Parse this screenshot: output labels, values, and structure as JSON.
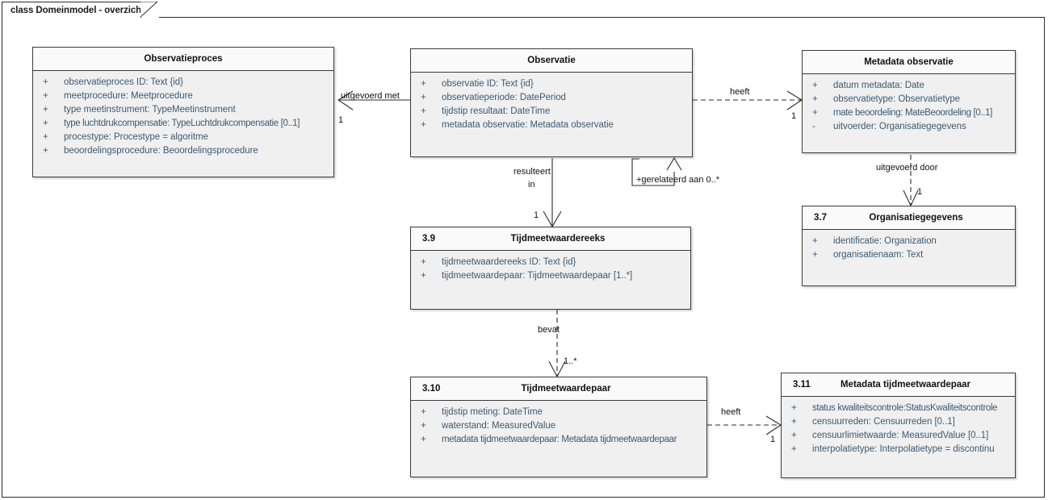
{
  "diagram": {
    "tab_label": "class Domeinmodel - overzicht"
  },
  "classes": [
    {
      "id": "observatieproces",
      "number": "",
      "title": "Observatieproces",
      "attributes": [
        {
          "visibility": "+",
          "text": "observatieproces ID: Text {id}"
        },
        {
          "visibility": "+",
          "text": "meetprocedure: Meetprocedure"
        },
        {
          "visibility": "+",
          "text": "type meetinstrument: TypeMeetinstrument"
        },
        {
          "visibility": "+",
          "text": "type luchtdrukcompensatie: TypeLuchtdrukcompensatie [0..1]"
        },
        {
          "visibility": "+",
          "text": "procestype: Procestype = algoritme"
        },
        {
          "visibility": "+",
          "text": "beoordelingsprocedure: Beoordelingsprocedure"
        }
      ]
    },
    {
      "id": "observatie",
      "number": "",
      "title": "Observatie",
      "attributes": [
        {
          "visibility": "+",
          "text": "observatie ID: Text {id}"
        },
        {
          "visibility": "+",
          "text": "observatieperiode: DatePeriod"
        },
        {
          "visibility": "+",
          "text": "tijdstip resultaat: DateTime"
        },
        {
          "visibility": "+",
          "text": "metadata observatie: Metadata observatie"
        }
      ]
    },
    {
      "id": "metadata-observatie",
      "number": "",
      "title": "Metadata observatie",
      "attributes": [
        {
          "visibility": "+",
          "text": "datum metadata: Date"
        },
        {
          "visibility": "+",
          "text": "observatietype: Observatietype"
        },
        {
          "visibility": "+",
          "text": "mate beoordeling: MateBeoordeling [0..1]"
        },
        {
          "visibility": "-",
          "text": "uitvoerder: Organisatiegegevens"
        }
      ]
    },
    {
      "id": "organisatiegegevens",
      "number": "3.7",
      "title": "Organisatiegegevens",
      "attributes": [
        {
          "visibility": "+",
          "text": "identificatie: Organization"
        },
        {
          "visibility": "+",
          "text": "organisatienaam: Text"
        }
      ]
    },
    {
      "id": "tijdmeetwaardereeks",
      "number": "3.9",
      "title": "Tijdmeetwaardereeks",
      "attributes": [
        {
          "visibility": "+",
          "text": "tijdmeetwaardereeks ID: Text {id}"
        },
        {
          "visibility": "+",
          "text": "tijdmeetwaardepaar: Tijdmeetwaardepaar [1..*]"
        }
      ]
    },
    {
      "id": "tijdmeetwaardepaar",
      "number": "3.10",
      "title": "Tijdmeetwaardepaar",
      "attributes": [
        {
          "visibility": "+",
          "text": "tijdstip meting: DateTime"
        },
        {
          "visibility": "+",
          "text": "waterstand: MeasuredValue"
        },
        {
          "visibility": "+",
          "text": "metadata tijdmeetwaardepaar: Metadata tijdmeetwaardepaar"
        }
      ]
    },
    {
      "id": "metadata-tijdmeetwaardepaar",
      "number": "3.11",
      "title": "Metadata tijdmeetwaardepaar",
      "attributes": [
        {
          "visibility": "+",
          "text": "status kwaliteitscontrole:StatusKwaliteitscontrole"
        },
        {
          "visibility": "+",
          "text": "censuurreden: Censuurreden [0..1]"
        },
        {
          "visibility": "+",
          "text": "censuurlimietwaarde: MeasuredValue [0..1]"
        },
        {
          "visibility": "+",
          "text": "interpolatietype: Interpolatietype = discontinu"
        }
      ]
    }
  ],
  "connectors": [
    {
      "id": "uitgevoerd-met",
      "label": "uitgevoerd met",
      "multiplicity": "1",
      "style": "solid"
    },
    {
      "id": "heeft-observatie-metadata",
      "label": "heeft",
      "multiplicity": "1",
      "style": "dashed"
    },
    {
      "id": "gerelateerd-aan",
      "label": "+gerelateerd aan 0..*",
      "multiplicity": "",
      "style": "solid"
    },
    {
      "id": "resulteert-in",
      "label_line1": "resulteert",
      "label_line2": "in",
      "multiplicity": "1",
      "style": "solid"
    },
    {
      "id": "uitgevoerd-door",
      "label": "uitgevoerd door",
      "multiplicity": "1",
      "style": "dashed"
    },
    {
      "id": "bevat",
      "label": "bevat",
      "multiplicity": "1..*",
      "style": "dashed"
    },
    {
      "id": "heeft-paar-metadata",
      "label": "heeft",
      "multiplicity": "1",
      "style": "dashed"
    }
  ],
  "colors": {
    "class_body": "#f0f0f0",
    "class_header": "#fafafa",
    "border": "#3a3a3a",
    "attribute_text": "#3d5a73",
    "title_text": "#111111"
  }
}
